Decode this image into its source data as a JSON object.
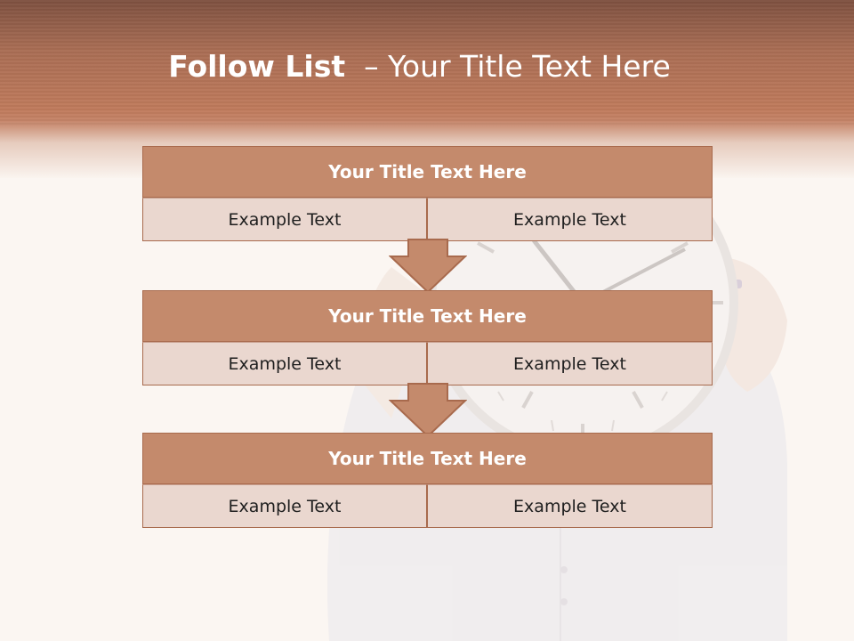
{
  "slide": {
    "title_bold": "Follow List",
    "title_rest": "  – Your Title Text Here"
  },
  "steps": [
    {
      "title": "Your Title Text Here",
      "left": "Example Text",
      "right": "Example Text"
    },
    {
      "title": "Your Title Text Here",
      "left": "Example Text",
      "right": "Example Text"
    },
    {
      "title": "Your Title Text Here",
      "left": "Example Text",
      "right": "Example Text"
    }
  ],
  "colors": {
    "header": "#c07b5c",
    "box_title": "#c48a6c",
    "box_cell": "#ead7cf",
    "border": "#a86a4d"
  }
}
